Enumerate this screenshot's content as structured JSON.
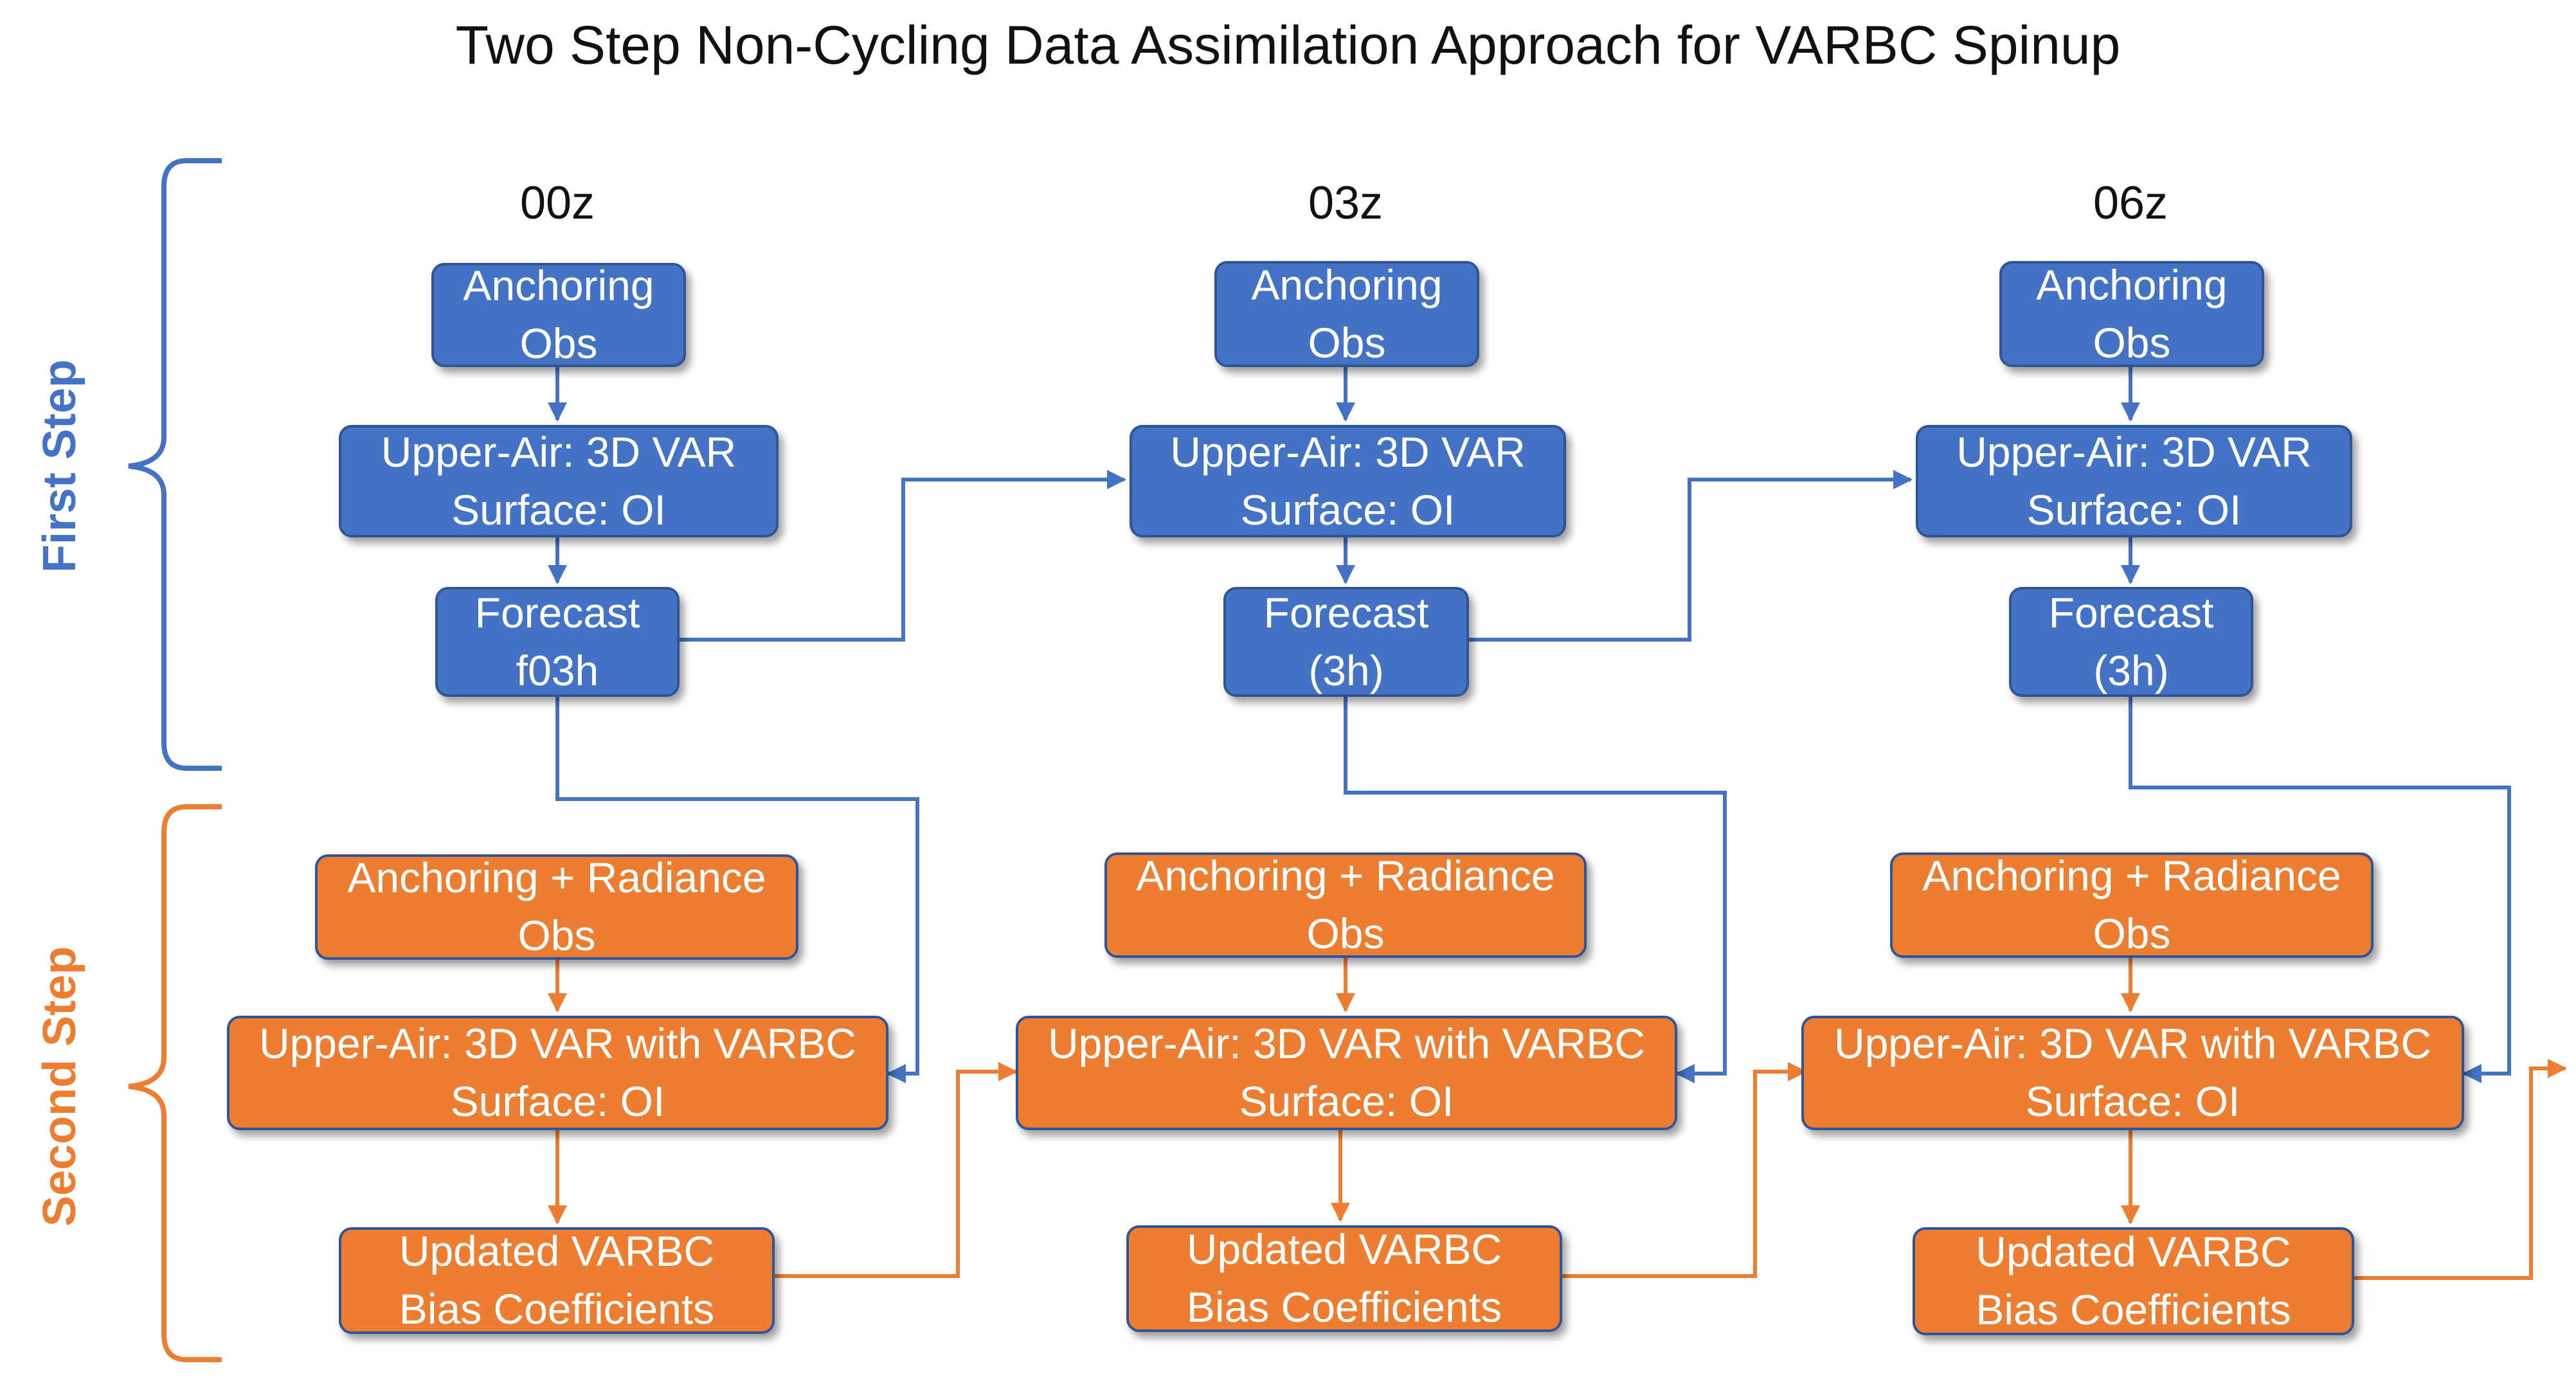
{
  "title": "Two Step Non-Cycling Data Assimilation Approach for VARBC Spinup",
  "colors": {
    "first_step": "#4472C4",
    "second_step": "#ED7D31",
    "box_border": "#2F5597"
  },
  "step_labels": {
    "first": "First Step",
    "second": "Second Step"
  },
  "columns": [
    {
      "time": "00z",
      "first": {
        "anchoring": [
          "Anchoring",
          "Obs"
        ],
        "analysis": [
          "Upper-Air: 3D VAR",
          "Surface: OI"
        ],
        "forecast": [
          "Forecast",
          "f03h"
        ]
      },
      "second": {
        "obs": [
          "Anchoring + Radiance",
          "Obs"
        ],
        "analysis": [
          "Upper-Air: 3D VAR with VARBC",
          "Surface: OI"
        ],
        "coeffs": [
          "Updated VARBC",
          "Bias Coefficients"
        ]
      }
    },
    {
      "time": "03z",
      "first": {
        "anchoring": [
          "Anchoring",
          "Obs"
        ],
        "analysis": [
          "Upper-Air: 3D VAR",
          "Surface: OI"
        ],
        "forecast": [
          "Forecast",
          "(3h)"
        ]
      },
      "second": {
        "obs": [
          "Anchoring + Radiance",
          "Obs"
        ],
        "analysis": [
          "Upper-Air: 3D VAR with VARBC",
          "Surface: OI"
        ],
        "coeffs": [
          "Updated VARBC",
          "Bias Coefficients"
        ]
      }
    },
    {
      "time": "06z",
      "first": {
        "anchoring": [
          "Anchoring",
          "Obs"
        ],
        "analysis": [
          "Upper-Air: 3D VAR",
          "Surface: OI"
        ],
        "forecast": [
          "Forecast",
          "(3h)"
        ]
      },
      "second": {
        "obs": [
          "Anchoring + Radiance",
          "Obs"
        ],
        "analysis": [
          "Upper-Air: 3D VAR with VARBC",
          "Surface: OI"
        ],
        "coeffs": [
          "Updated VARBC",
          "Bias Coefficients"
        ]
      }
    }
  ]
}
